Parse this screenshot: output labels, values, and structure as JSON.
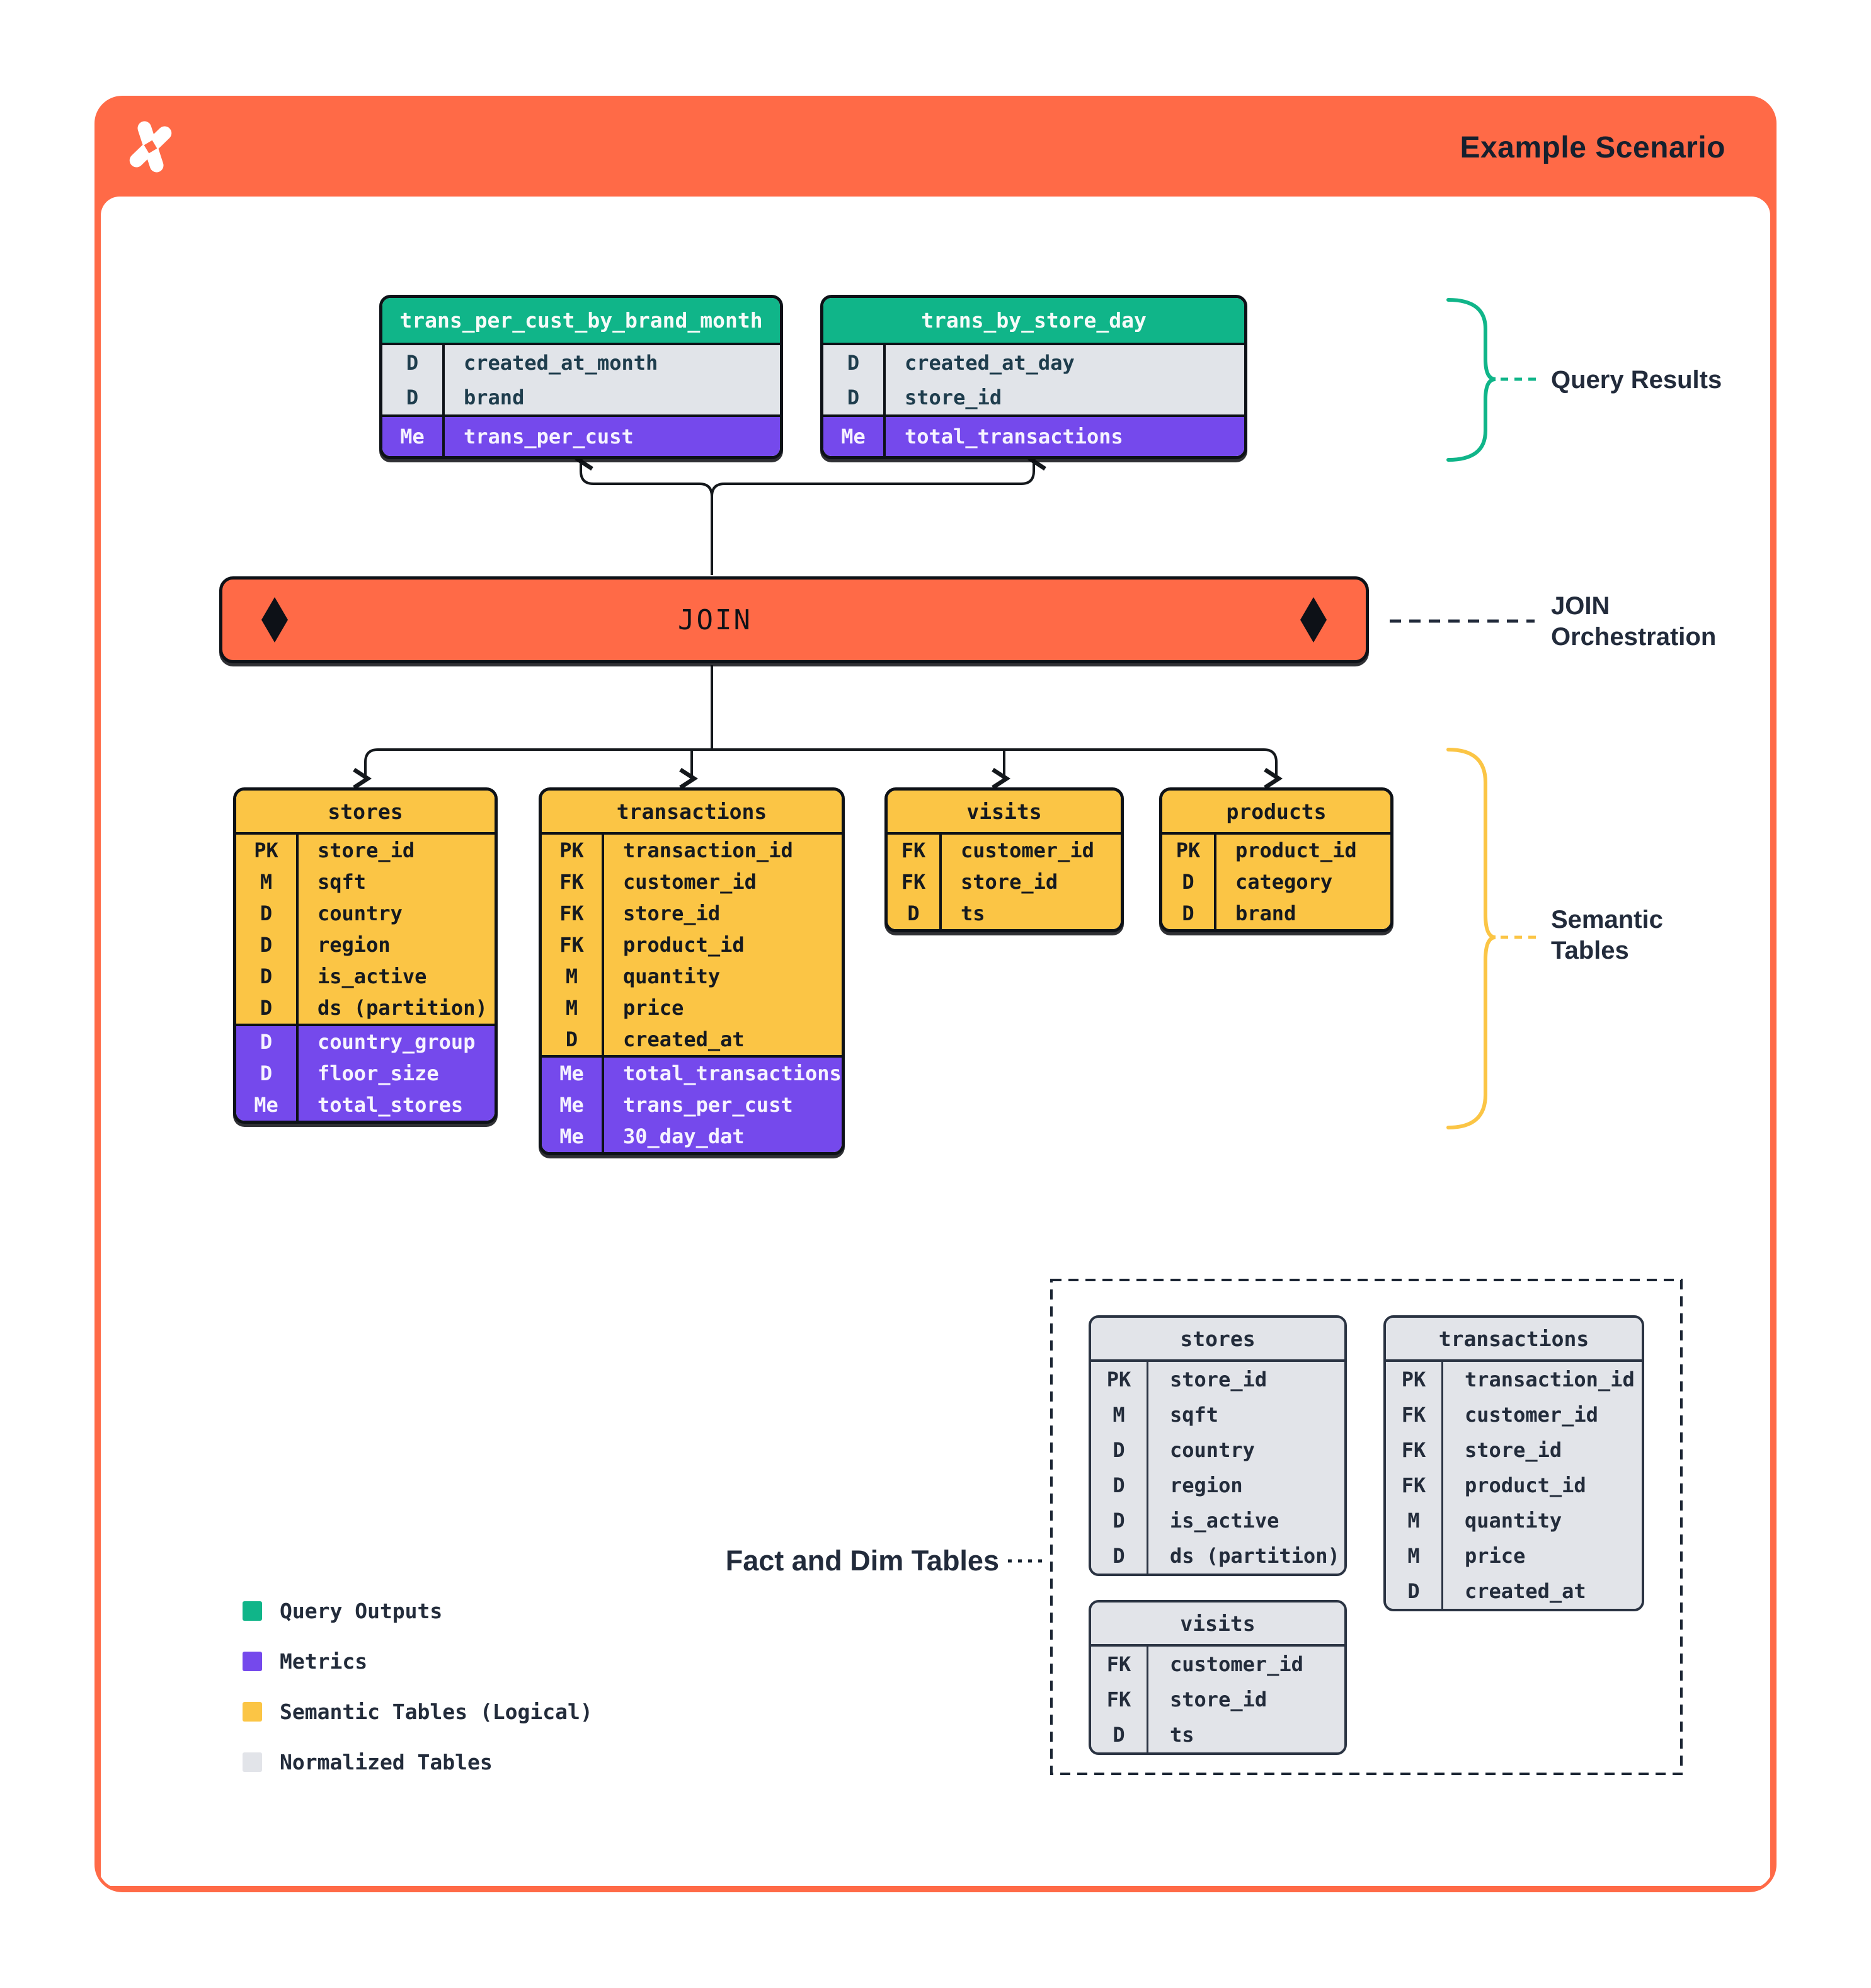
{
  "header": {
    "title": "Example Scenario"
  },
  "join_bar": {
    "label": "JOIN"
  },
  "side_labels": {
    "query_results": "Query Results",
    "join_orchestration_1": "JOIN",
    "join_orchestration_2": "Orchestration",
    "semantic_tables_1": "Semantic",
    "semantic_tables_2": "Tables",
    "fact_and_dim": "Fact and Dim Tables"
  },
  "colors": {
    "orange": "#FF6A47",
    "green": "#10B589",
    "purple": "#7549EC",
    "yellow": "#FBC545",
    "gray": "#E2E4E9",
    "ink": "#0D1117",
    "navy": "#222B3B"
  },
  "query_result_tables": [
    {
      "title": "trans_per_cust_by_brand_month",
      "rows": [
        [
          "D",
          "created_at_month"
        ],
        [
          "D",
          "brand"
        ]
      ],
      "metric_rows": [
        [
          "Me",
          "trans_per_cust"
        ]
      ]
    },
    {
      "title": "trans_by_store_day",
      "rows": [
        [
          "D",
          "created_at_day"
        ],
        [
          "D",
          "store_id"
        ]
      ],
      "metric_rows": [
        [
          "Me",
          "total_transactions"
        ]
      ]
    }
  ],
  "semantic_tables": [
    {
      "title": "stores",
      "rows": [
        [
          "PK",
          "store_id"
        ],
        [
          "M",
          "sqft"
        ],
        [
          "D",
          "country"
        ],
        [
          "D",
          "region"
        ],
        [
          "D",
          "is_active"
        ],
        [
          "D",
          "ds (partition)"
        ]
      ],
      "metric_rows": [
        [
          "D",
          "country_group"
        ],
        [
          "D",
          "floor_size"
        ],
        [
          "Me",
          "total_stores"
        ]
      ]
    },
    {
      "title": "transactions",
      "rows": [
        [
          "PK",
          "transaction_id"
        ],
        [
          "FK",
          "customer_id"
        ],
        [
          "FK",
          "store_id"
        ],
        [
          "FK",
          "product_id"
        ],
        [
          "M",
          "quantity"
        ],
        [
          "M",
          "price"
        ],
        [
          "D",
          "created_at"
        ]
      ],
      "metric_rows": [
        [
          "Me",
          "total_transactions"
        ],
        [
          "Me",
          "trans_per_cust"
        ],
        [
          "Me",
          "30_day_dat"
        ]
      ]
    },
    {
      "title": "visits",
      "rows": [
        [
          "FK",
          "customer_id"
        ],
        [
          "FK",
          "store_id"
        ],
        [
          "D",
          "ts"
        ]
      ],
      "metric_rows": []
    },
    {
      "title": "products",
      "rows": [
        [
          "PK",
          "product_id"
        ],
        [
          "D",
          "category"
        ],
        [
          "D",
          "brand"
        ]
      ],
      "metric_rows": []
    }
  ],
  "normalized_tables": [
    {
      "title": "stores",
      "rows": [
        [
          "PK",
          "store_id"
        ],
        [
          "M",
          "sqft"
        ],
        [
          "D",
          "country"
        ],
        [
          "D",
          "region"
        ],
        [
          "D",
          "is_active"
        ],
        [
          "D",
          "ds (partition)"
        ]
      ],
      "metric_rows": []
    },
    {
      "title": "transactions",
      "rows": [
        [
          "PK",
          "transaction_id"
        ],
        [
          "FK",
          "customer_id"
        ],
        [
          "FK",
          "store_id"
        ],
        [
          "FK",
          "product_id"
        ],
        [
          "M",
          "quantity"
        ],
        [
          "M",
          "price"
        ],
        [
          "D",
          "created_at"
        ]
      ],
      "metric_rows": []
    },
    {
      "title": "visits",
      "rows": [
        [
          "FK",
          "customer_id"
        ],
        [
          "FK",
          "store_id"
        ],
        [
          "D",
          "ts"
        ]
      ],
      "metric_rows": []
    }
  ],
  "legend": [
    {
      "swatch": "#10B589",
      "label": "Query Outputs"
    },
    {
      "swatch": "#7549EC",
      "label": "Metrics"
    },
    {
      "swatch": "#FBC545",
      "label": "Semantic Tables (Logical)"
    },
    {
      "swatch": "#E2E4E9",
      "label": "Normalized Tables"
    }
  ]
}
